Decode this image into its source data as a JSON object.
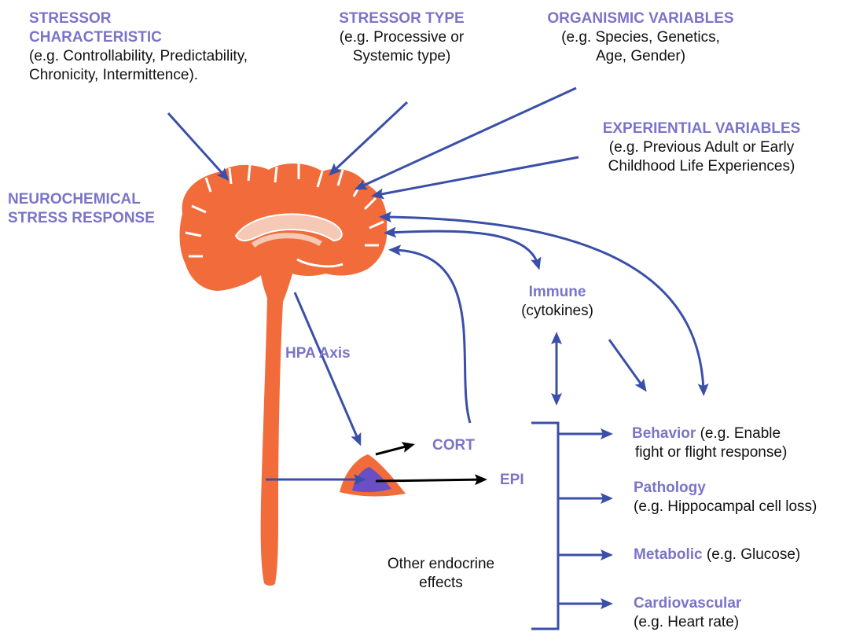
{
  "colors": {
    "heading": "#7a74c8",
    "arrow_blue": "#3a4fa8",
    "arrow_black": "#000000",
    "brain_fill": "#f26b3a",
    "adrenal_core": "#6a4fc4"
  },
  "stressor_characteristic": {
    "heading_1": "STRESSOR",
    "heading_2": "CHARACTERISTIC",
    "text_1": "(e.g. Controllability, Predictability,",
    "text_2": "Chronicity, Intermittence)."
  },
  "stressor_type": {
    "heading": "STRESSOR TYPE",
    "text_1": "(e.g. Processive or",
    "text_2": "Systemic type)"
  },
  "organismic_variables": {
    "heading": "ORGANISMIC VARIABLES",
    "text_1": "(e.g. Species, Genetics,",
    "text_2": "Age, Gender)"
  },
  "experiential_variables": {
    "heading": "EXPERIENTIAL VARIABLES",
    "text_1": "(e.g. Previous Adult or Early",
    "text_2": "Childhood Life Experiences)"
  },
  "neurochemical": {
    "heading_1": "NEUROCHEMICAL",
    "heading_2": "STRESS RESPONSE"
  },
  "immune": {
    "heading": "Immune",
    "text": "(cytokines)"
  },
  "hpa_axis": "HPA Axis",
  "cort": "CORT",
  "epi": "EPI",
  "other_endocrine": {
    "line_1": "Other endocrine",
    "line_2": "effects"
  },
  "outcomes": {
    "behavior": {
      "heading": "Behavior",
      "text_1": " (e.g. Enable",
      "text_2": "fight or flight response)"
    },
    "pathology": {
      "heading": "Pathology",
      "text": "(e.g. Hippocampal cell loss)"
    },
    "metabolic": {
      "heading": "Metabolic",
      "text": " (e.g. Glucose)"
    },
    "cardiovascular": {
      "heading": "Cardiovascular",
      "text": "(e.g. Heart rate)"
    }
  }
}
